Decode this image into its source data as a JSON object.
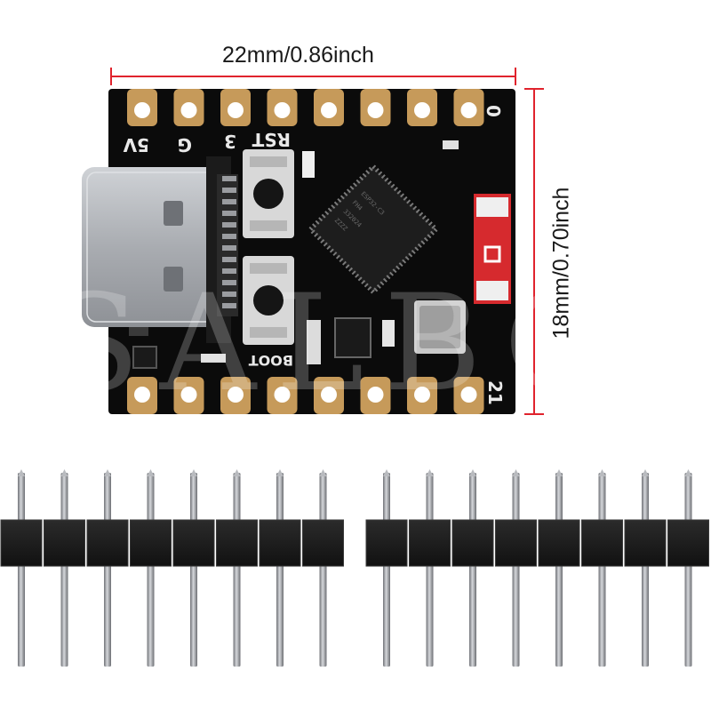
{
  "dimensions": {
    "width_label": "22mm/0.86inch",
    "height_label": "18mm/0.70inch"
  },
  "board": {
    "silkscreen": {
      "five_v": "5V",
      "ground": "G",
      "three_v": "3",
      "reset": "RST",
      "boot": "BOOT",
      "pin_zero": "0",
      "pin_twenty_one": "21"
    },
    "chip_marking": [
      "ESP32-C3",
      "FH4",
      "332024",
      "ZZZZ"
    ],
    "watermark": "SALBOT"
  },
  "colors": {
    "measure_line": "#e0232d",
    "pcb": "#0b0b0b",
    "gold_pad": "#c69a5a",
    "usb_port": "#b9bcc0",
    "header_plastic": "#1c1c1c",
    "header_pin": "#a8aaae"
  },
  "headers": [
    {
      "pins": 8
    },
    {
      "pins": 8
    }
  ]
}
